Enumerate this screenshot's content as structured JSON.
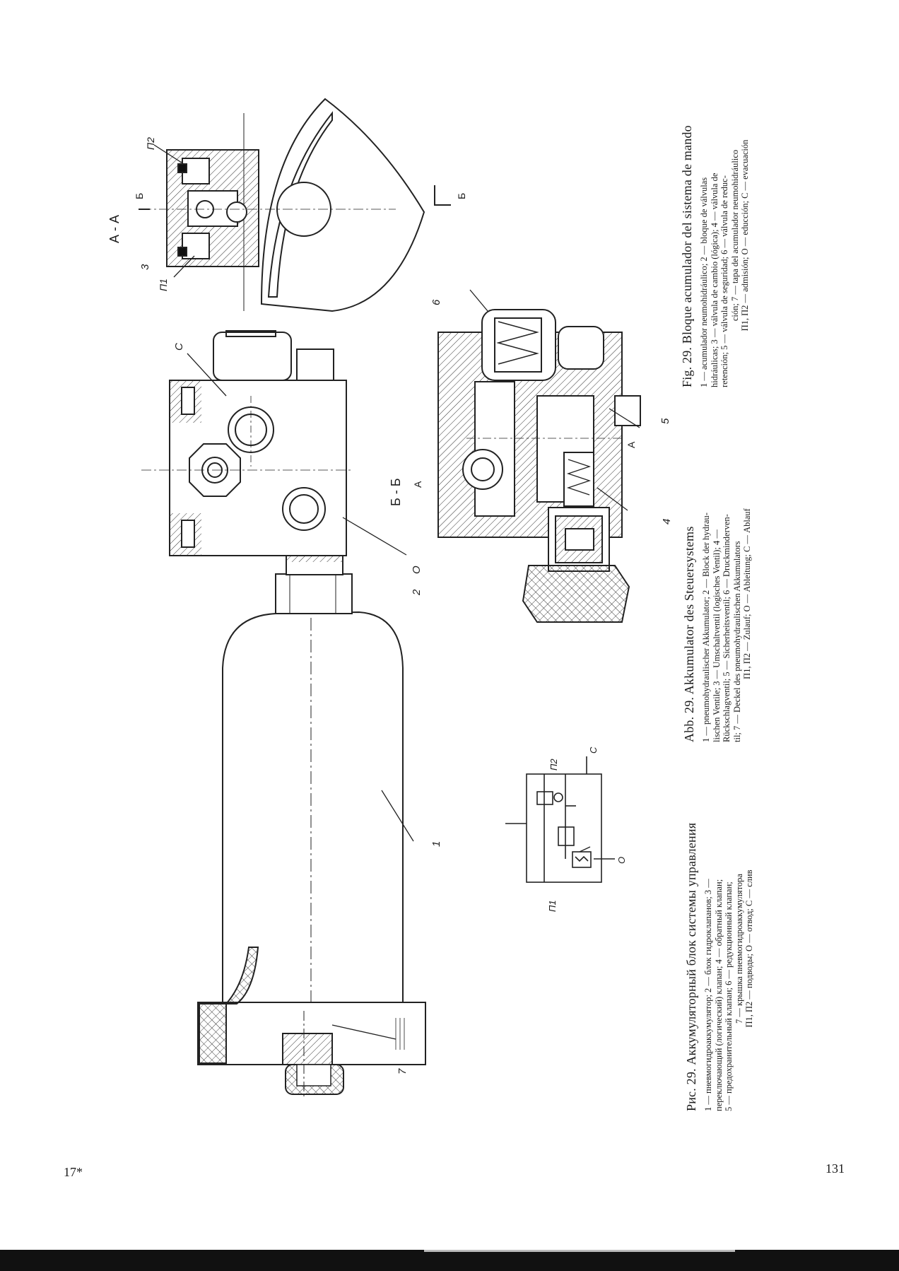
{
  "document": {
    "page_number": "131",
    "page_marker": "17*"
  },
  "captions": {
    "russian": {
      "title": "Рис. 29. Аккумуляторный блок системы управления",
      "legend": [
        "1 — пневмогидроаккумулятор; 2 — блок гидроклапанов; 3 —",
        "переключающий (логический) клапан; 4 — обратный клапан;",
        "5 — предохранительный клапан; 6 — редукционный клапан;",
        "7 — крышка пневмогидроаккумулятора",
        "П1, П2 — подводы; О — отвод; С — слив"
      ]
    },
    "german": {
      "title": "Abb. 29. Akkumulator des Steuersystems",
      "legend": [
        "1 — pneumohydraulischer Akkumulator; 2 — Block der hydrau-",
        "lischen Ventile; 3 — Umschaltventil (logisches Ventil); 4 —",
        "Rückschlagventil; 5 — Sicherheitsventil; 6 — Druckminderven-",
        "til; 7 — Deckel des pneumohydraulischen Akkumulators",
        "П1, П2 — Zulauf; О — Ableitung; С — Ablauf"
      ]
    },
    "spanish": {
      "title": "Fig. 29. Bloque acumulador del sistema de mando",
      "legend": [
        "1 — acumulador neumohidráulico; 2 — bloque de válvulas",
        "hidráulicas; 3 — válvula de cambio (lógica); 4 — válvula de",
        "retención; 5 — válvula de seguridad; 6 — válvula de reduc-",
        "ción; 7 — tapa del acumulador neumohidráulico",
        "П1, П2 — admisión; О — educción; С — evacuación"
      ]
    }
  },
  "drawing": {
    "section_aa_label": "А - А",
    "section_bb_label": "Б - Б",
    "cut_marker_a": "А",
    "cut_marker_b": "Б",
    "callouts": {
      "c_drain": "С",
      "p1": "П1",
      "p2": "П2",
      "o_outlet": "О",
      "n1": "1",
      "n2": "2",
      "n3": "3",
      "n4": "4",
      "n5": "5",
      "n6": "6",
      "n7": "7"
    },
    "schematic": {
      "p1": "П1",
      "p2": "П2",
      "c": "С",
      "o": "О"
    }
  }
}
